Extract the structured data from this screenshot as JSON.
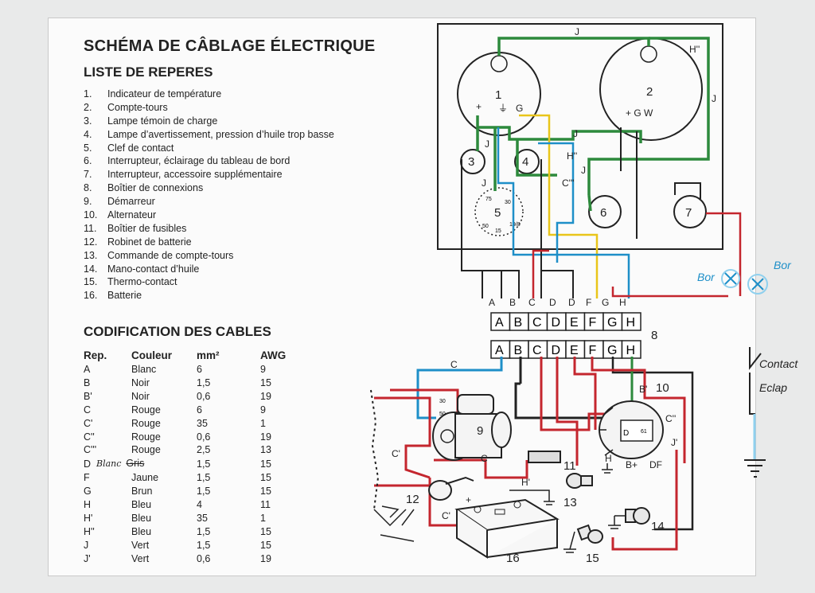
{
  "title": "SCHÉMA DE CÂBLAGE ÉLECTRIQUE",
  "legend": {
    "heading": "LISTE DE REPERES",
    "items": [
      {
        "num": "1.",
        "label": "Indicateur de température"
      },
      {
        "num": "2.",
        "label": "Compte-tours"
      },
      {
        "num": "3.",
        "label": "Lampe témoin de charge"
      },
      {
        "num": "4.",
        "label": "Lampe d’avertissement, pression d’huile trop basse"
      },
      {
        "num": "5.",
        "label": "Clef de contact"
      },
      {
        "num": "6.",
        "label": "Interrupteur, éclairage du tableau de bord"
      },
      {
        "num": "7.",
        "label": "Interrupteur, accessoire supplémentaire"
      },
      {
        "num": "8.",
        "label": "Boîtier de connexions"
      },
      {
        "num": "9.",
        "label": "Démarreur"
      },
      {
        "num": "10.",
        "label": "Alternateur"
      },
      {
        "num": "11.",
        "label": "Boîtier de fusibles"
      },
      {
        "num": "12.",
        "label": "Robinet de batterie"
      },
      {
        "num": "13.",
        "label": "Commande de compte-tours"
      },
      {
        "num": "14.",
        "label": "Mano-contact d’huile"
      },
      {
        "num": "15.",
        "label": "Thermo-contact"
      },
      {
        "num": "16.",
        "label": "Batterie"
      }
    ]
  },
  "cables": {
    "heading": "CODIFICATION DES CABLES",
    "columns": [
      "Rep.",
      "Couleur",
      "mm²",
      "AWG"
    ],
    "rows": [
      {
        "rep": "A",
        "color": "Blanc",
        "mm2": "6",
        "awg": "9"
      },
      {
        "rep": "B",
        "color": "Noir",
        "mm2": "1,5",
        "awg": "15"
      },
      {
        "rep": "B'",
        "color": "Noir",
        "mm2": "0,6",
        "awg": "19"
      },
      {
        "rep": "C",
        "color": "Rouge",
        "mm2": "6",
        "awg": "9"
      },
      {
        "rep": "C'",
        "color": "Rouge",
        "mm2": "35",
        "awg": "1"
      },
      {
        "rep": "C''",
        "color": "Rouge",
        "mm2": "0,6",
        "awg": "19"
      },
      {
        "rep": "C'''",
        "color": "Rouge",
        "mm2": "2,5",
        "awg": "13"
      },
      {
        "rep": "D",
        "handwritten": "Blanc",
        "color": "Gris",
        "mm2": "1,5",
        "awg": "15"
      },
      {
        "rep": "F",
        "color": "Jaune",
        "mm2": "1,5",
        "awg": "15"
      },
      {
        "rep": "G",
        "color": "Brun",
        "mm2": "1,5",
        "awg": "15"
      },
      {
        "rep": "H",
        "color": "Bleu",
        "mm2": "4",
        "awg": "11"
      },
      {
        "rep": "H'",
        "color": "Bleu",
        "mm2": "35",
        "awg": "1"
      },
      {
        "rep": "H''",
        "color": "Bleu",
        "mm2": "1,5",
        "awg": "15"
      },
      {
        "rep": "J",
        "color": "Vert",
        "mm2": "1,5",
        "awg": "15"
      },
      {
        "rep": "J'",
        "color": "Vert",
        "mm2": "0,6",
        "awg": "19"
      }
    ]
  },
  "diagram": {
    "components": {
      "c1": "1",
      "c2": "2",
      "c3": "3",
      "c4": "4",
      "c5": "5",
      "c6": "6",
      "c7": "7",
      "c8": "8",
      "c9": "9",
      "c10": "10",
      "c11": "11",
      "c12": "12",
      "c13": "13",
      "c14": "14",
      "c15": "15",
      "c16": "16"
    },
    "gauge_terminals": {
      "plus": "+",
      "g": "G",
      "plus_g_w": "+ G W",
      "ground": "⏚"
    },
    "switch_terminals": {
      "t75": "75",
      "t30": "30",
      "t15": "15",
      "t50": "50",
      "t19": "19/8"
    },
    "wire_labels": {
      "J": "J",
      "H2": "H''",
      "C3": "C'''",
      "C": "C",
      "C1": "C'",
      "C2": "C''",
      "H1": "H'",
      "B1": "B'",
      "J1": "J'"
    },
    "terminal_letters": [
      "A",
      "B",
      "C",
      "D",
      "D",
      "F",
      "G",
      "H"
    ],
    "connector_cells": [
      "A",
      "B",
      "C",
      "D",
      "E",
      "F",
      "G",
      "H"
    ],
    "alternator_terminals": {
      "d": "D",
      "b": "B+",
      "df": "DF",
      "d61": "61"
    },
    "starter_terminals": {
      "t30": "30",
      "t50": "50"
    },
    "handwritten_notes": {
      "bor1": "Bor",
      "bor2": "Bor",
      "contact": "Contact",
      "eclap": "Eclap"
    },
    "colors": {
      "red": "#c4262e",
      "green": "#2d8a3c",
      "blue": "#1e8fc8",
      "yellow": "#e9c51a",
      "black": "#222222",
      "lightblue": "#8fd0ee"
    }
  }
}
